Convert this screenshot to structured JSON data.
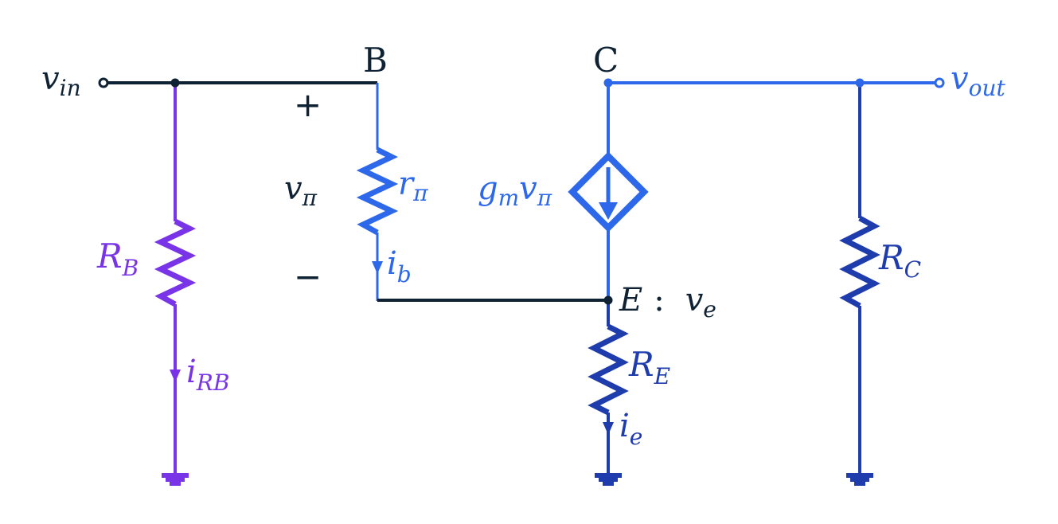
{
  "colors": {
    "dark": "#0f2233",
    "purple": "#7a34e8",
    "blue": "#2d67ea",
    "darkblue": "#1f3cad"
  },
  "labels": {
    "vin": {
      "main": "v",
      "sub": "in"
    },
    "vout": {
      "main": "v",
      "sub": "out"
    },
    "node_b": "B",
    "node_c": "C",
    "plus": "+",
    "minus": "−",
    "vpi": {
      "main": "v",
      "sub": "π"
    },
    "rpi": {
      "main": "r",
      "sub": "π"
    },
    "gm_vpi": {
      "g": "g",
      "g_sub": "m",
      "v": "v",
      "v_sub": "π"
    },
    "rb": {
      "main": "R",
      "sub": "B"
    },
    "irb": {
      "main": "i",
      "sub": "RB"
    },
    "ib": {
      "main": "i",
      "sub": "b"
    },
    "node_e": {
      "main": "E",
      "sep": ":",
      "v": "v",
      "v_sub": "e"
    },
    "re": {
      "main": "R",
      "sub": "E"
    },
    "ie": {
      "main": "i",
      "sub": "e"
    },
    "rc": {
      "main": "R",
      "sub": "C"
    }
  }
}
